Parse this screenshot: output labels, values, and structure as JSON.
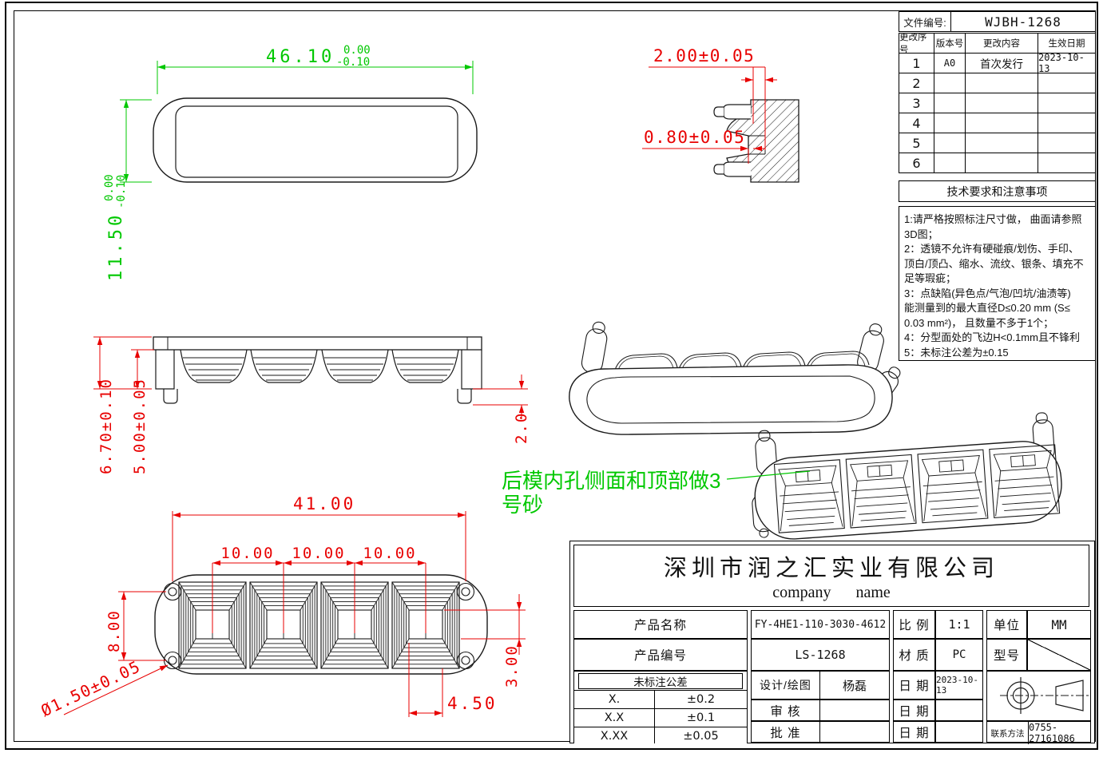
{
  "file_header": {
    "label": "文件编号:",
    "value": "WJBH-1268"
  },
  "revision_table": {
    "headers": [
      "更改序号",
      "版本号",
      "更改内容",
      "生效日期"
    ],
    "rows": [
      {
        "seq": "1",
        "version": "A0",
        "content": "首次发行",
        "date": "2023-10-13"
      },
      {
        "seq": "2",
        "version": "",
        "content": "",
        "date": ""
      },
      {
        "seq": "3",
        "version": "",
        "content": "",
        "date": ""
      },
      {
        "seq": "4",
        "version": "",
        "content": "",
        "date": ""
      },
      {
        "seq": "5",
        "version": "",
        "content": "",
        "date": ""
      },
      {
        "seq": "6",
        "version": "",
        "content": "",
        "date": ""
      }
    ]
  },
  "tech_notes": {
    "title": "技术要求和注意事项",
    "body": "1:请严格按照标注尺寸做， 曲面请参照\n3D图；\n2：透镜不允许有硬碰痕/划伤、手印、\n顶白/顶凸、缩水、流纹、银条、填充不\n足等瑕疵；\n3：点缺陷(异色点/气泡/凹坑/油渍等)\n能测量到的最大直径D≤0.20 mm (S≤\n0.03 mm²)， 且数量不多于1个；\n4：分型面处的飞边H<0.1mm且不锋利\n5：未标注公差为±0.15"
  },
  "title_block": {
    "company_cn": "深圳市润之汇实业有限公司",
    "company_en": "company name",
    "product_name_label": "产品名称",
    "product_name": "FY-4HE1-110-3030-4612",
    "scale_label": "比 例",
    "scale": "1:1",
    "unit_label": "单位",
    "unit": "MM",
    "product_code_label": "产品编号",
    "product_code": "LS-1268",
    "material_label": "材 质",
    "material": "PC",
    "model_label": "型号",
    "tol_title": "未标注公差",
    "tol_rows": [
      {
        "k": "X.",
        "v": "±0.2"
      },
      {
        "k": "X.X",
        "v": "±0.1"
      },
      {
        "k": "X.XX",
        "v": "±0.05"
      }
    ],
    "design_label": "设计/绘图",
    "designer": "杨磊",
    "date_label": "日 期",
    "design_date": "2023-10-13",
    "check_label": "审 核",
    "approve_label": "批 准",
    "contact_label": "联系方法",
    "contact": "0755-27161086"
  },
  "annotations": {
    "sanding_note_line1": "后模内孔侧面和顶部做3",
    "sanding_note_line2": "号砂"
  },
  "dimensions": {
    "top_view": {
      "width": "46.10",
      "width_tol_up": "0.00",
      "width_tol_dn": "-0.10",
      "height": "11.50",
      "height_tol_up": "0.00",
      "height_tol_dn": "-0.10"
    },
    "section_view": {
      "pitch": "2.00±0.05",
      "depth": "0.80±0.05"
    },
    "side_view": {
      "total_height": "6.70±0.10",
      "body_height": "5.00±0.05",
      "peg_length": "2.0"
    },
    "bottom_view": {
      "hole_span": "41.00",
      "cell_pitch_1": "10.00",
      "cell_pitch_2": "10.00",
      "cell_pitch_3": "10.00",
      "hole_spacing": "8.00",
      "window_height": "3.00",
      "window_width": "4.50",
      "hole_dia": "Ø1.50±0.05"
    }
  },
  "colors": {
    "dim_red": "#e80000",
    "dim_green": "#00c800",
    "line": "#1a1a1a"
  }
}
